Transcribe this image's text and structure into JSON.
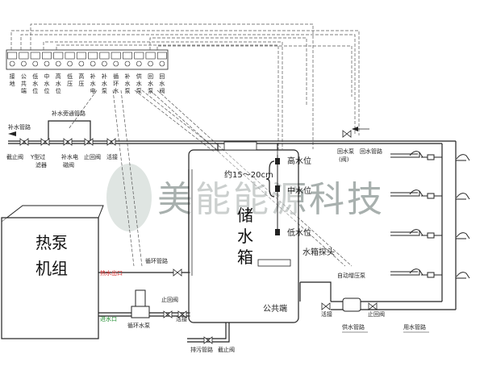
{
  "control_panel": {
    "terminals": [
      "接地",
      "公共端",
      "低水位",
      "中水位",
      "高水位",
      "低压",
      "高压",
      "补水电磁阀",
      "补水泵",
      "循环水泵",
      "补水泵",
      "供水泵",
      "回水泵",
      "回水阀"
    ]
  },
  "pipes": {
    "make_up_water": "补水管路",
    "make_up_bypass": "补水旁通管路",
    "circulation": "循环管路",
    "sewage": "排污管路",
    "water_supply": "供水管路",
    "return_water": "回水管路",
    "cold_water": "用水管路"
  },
  "components": {
    "stop_valve": "截止阀",
    "y_filter": "Y型过滤器",
    "solenoid_valve": "补水电磁阀",
    "check_valve": "止回阀",
    "union": "活接",
    "return_pump_valve": "回水泵(阀)",
    "pressure_pump": "自动增压泵",
    "circulation_pump": "循环水泵",
    "water_tank_probe": "水箱探头",
    "common_end": "公共端",
    "heat_outlet": "热水出口",
    "water_inlet": "进水口"
  },
  "tank": {
    "title": "储水箱",
    "level_high": "高水位",
    "level_mid": "中水位",
    "level_low": "低水位",
    "level_spacing": "约15～20cm"
  },
  "heat_pump": {
    "title": "热泵机组"
  },
  "watermark": {
    "text": "美能能源科技"
  },
  "colors": {
    "line": "#222222",
    "dashed": "#555555",
    "red": "#d42020",
    "green": "#1a8a2a"
  }
}
